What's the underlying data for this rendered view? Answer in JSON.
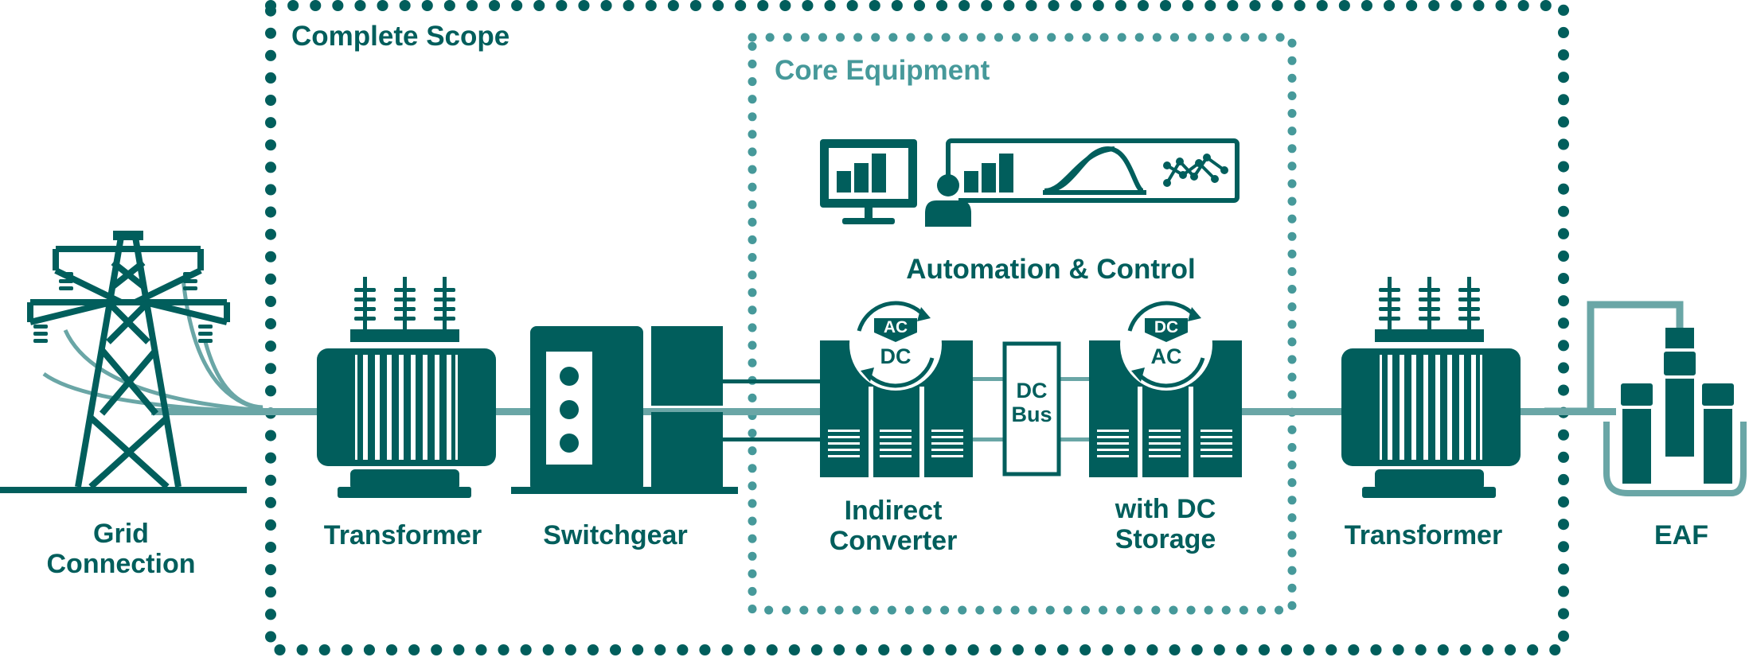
{
  "colors": {
    "primary": "#015e5c",
    "secondary": "#46999a",
    "background": "#ffffff"
  },
  "scope": {
    "outer": "Complete Scope",
    "inner": "Core Equipment"
  },
  "components": {
    "grid": {
      "line1": "Grid",
      "line2": "Connection"
    },
    "transformer_in": {
      "label": "Transformer"
    },
    "switchgear": {
      "label": "Switchgear"
    },
    "automation": {
      "label": "Automation & Control"
    },
    "converter": {
      "line1": "Indirect",
      "line2": "Converter",
      "badge_top": "AC",
      "badge_bottom": "DC"
    },
    "dc_bus": {
      "line1": "DC",
      "line2": "Bus"
    },
    "storage": {
      "line1": "with DC",
      "line2": "Storage",
      "badge_top": "DC",
      "badge_bottom": "AC"
    },
    "transformer_out": {
      "label": "Transformer"
    },
    "eaf": {
      "label": "EAF"
    }
  },
  "icons": [
    "transmission-tower-icon",
    "transformer-icon",
    "switchgear-icon",
    "monitor-chart-icon",
    "operator-icon",
    "analytics-panel-icon",
    "conversion-arrows-icon",
    "converter-cabinet-icon",
    "electric-arc-furnace-icon"
  ]
}
